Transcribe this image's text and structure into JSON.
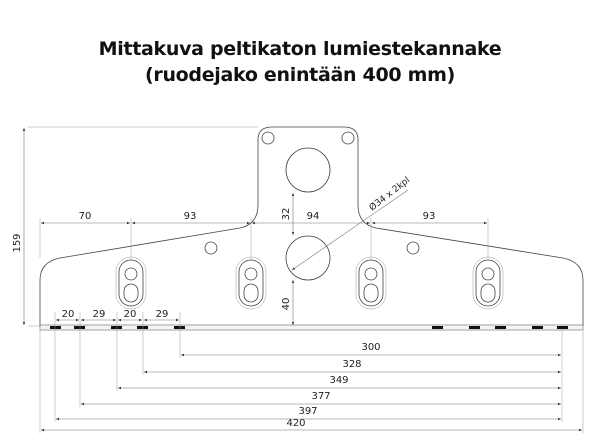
{
  "title": {
    "line1": "Mittakuva peltikaton lumiestekannake",
    "line2": "(ruodejako enintään 400 mm)"
  },
  "dimensions": {
    "height_total": "159",
    "top": [
      "70",
      "93",
      "94",
      "93"
    ],
    "center_upper": "32",
    "center_lower": "40",
    "hole_diameter": "Ø34 x 2kpl",
    "small": [
      "20",
      "29",
      "20",
      "29"
    ],
    "bottom": [
      "300",
      "328",
      "349",
      "377",
      "397",
      "420"
    ]
  }
}
